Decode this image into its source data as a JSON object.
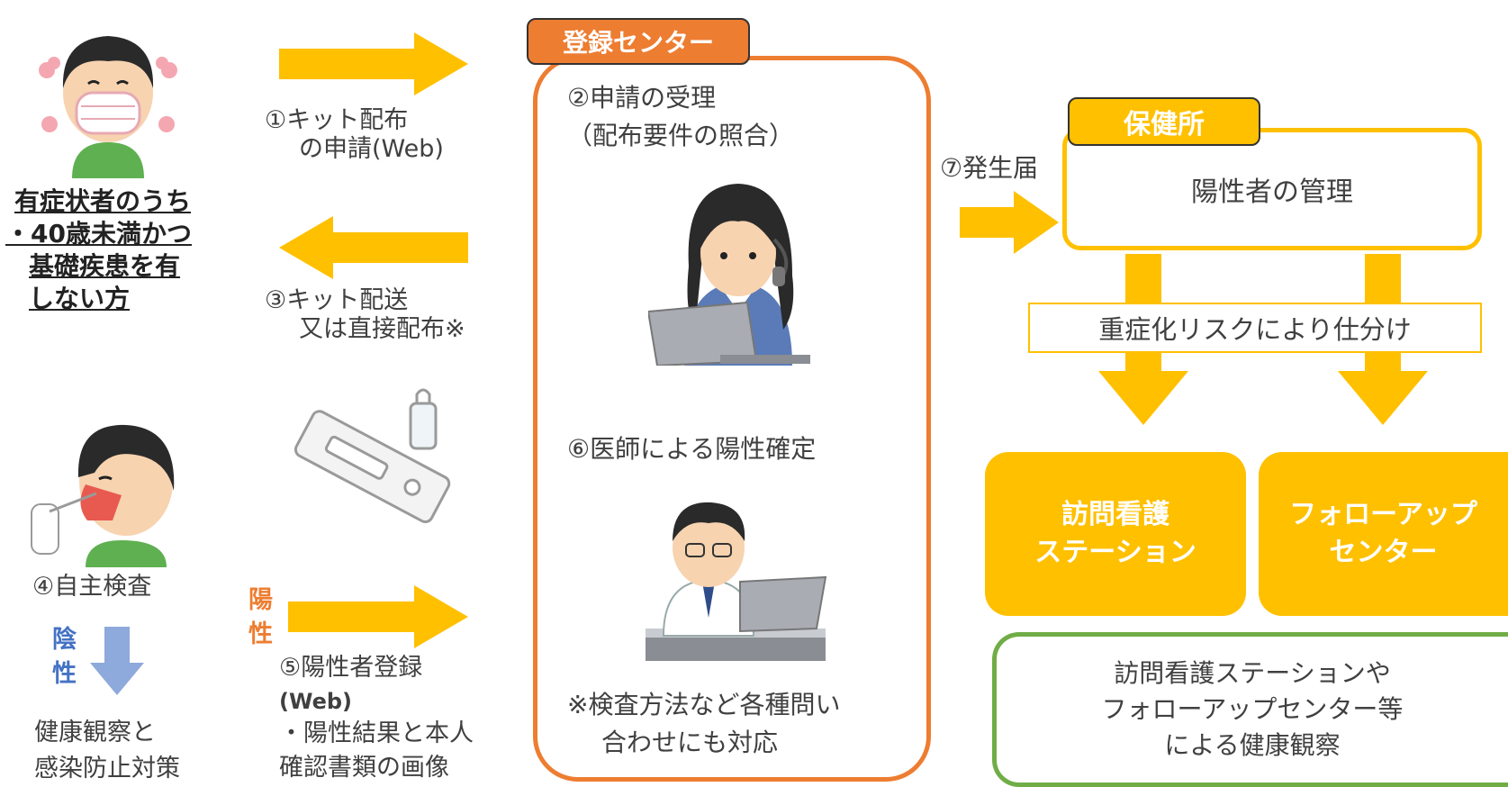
{
  "patient": {
    "title_lines": [
      "有症状者のうち",
      "・40歳未満かつ",
      "基礎疾患を有",
      "しない方"
    ]
  },
  "steps": {
    "step1_lines": [
      "①キット配布",
      "の申請(Web)"
    ],
    "step3_lines": [
      "③キット配送",
      "又は直接配布※"
    ],
    "step4": "④自主検査",
    "negative_label_lines": [
      "陰",
      "性"
    ],
    "negative_result_lines": [
      "健康観察と",
      "感染防止対策"
    ],
    "positive_label_lines": [
      "陽",
      "性"
    ],
    "step5_lines": [
      "⑤陽性者登録",
      "(Web)",
      "・陽性結果と本人",
      "確認書類の画像"
    ],
    "step7": "⑦発生届"
  },
  "registration_center": {
    "title": "登録センター",
    "step2_lines": [
      "②申請の受理",
      "（配布要件の照合）"
    ],
    "step6": "⑥医師による陽性確定",
    "note_lines": [
      "※検査方法など各種問い",
      "合わせにも対応"
    ]
  },
  "health_center": {
    "title": "保健所",
    "management": "陽性者の管理",
    "triage": "重症化リスクにより仕分け"
  },
  "destinations": {
    "nursing_lines": [
      "訪問看護",
      "ステーション"
    ],
    "followup_lines": [
      "フォローアップ",
      "センター"
    ],
    "observation_lines": [
      "訪問看護ステーションや",
      "フォローアップセンター等",
      "による健康観察"
    ]
  },
  "colors": {
    "yellow": "#FFC000",
    "orange": "#ED7D31",
    "green": "#70AD47",
    "blue_arrow": "#8EA9DB",
    "text": "#404040"
  }
}
